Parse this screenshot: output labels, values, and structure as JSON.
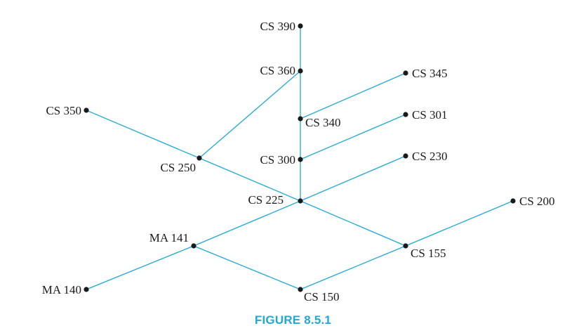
{
  "diagram": {
    "nodes": [
      {
        "id": "cs390",
        "label": "CS 390"
      },
      {
        "id": "cs360",
        "label": "CS 360"
      },
      {
        "id": "cs345",
        "label": "CS 345"
      },
      {
        "id": "cs350",
        "label": "CS 350"
      },
      {
        "id": "cs340",
        "label": "CS 340"
      },
      {
        "id": "cs301",
        "label": "CS 301"
      },
      {
        "id": "cs300",
        "label": "CS 300"
      },
      {
        "id": "cs250",
        "label": "CS 250"
      },
      {
        "id": "cs230",
        "label": "CS 230"
      },
      {
        "id": "cs225",
        "label": "CS 225"
      },
      {
        "id": "cs200",
        "label": "CS 200"
      },
      {
        "id": "ma141",
        "label": "MA 141"
      },
      {
        "id": "cs155",
        "label": "CS 155"
      },
      {
        "id": "ma140",
        "label": "MA 140"
      },
      {
        "id": "cs150",
        "label": "CS 150"
      }
    ],
    "edges": [
      [
        "cs390",
        "cs360"
      ],
      [
        "cs360",
        "cs340"
      ],
      [
        "cs340",
        "cs300"
      ],
      [
        "cs300",
        "cs225"
      ],
      [
        "cs360",
        "cs250"
      ],
      [
        "cs340",
        "cs345"
      ],
      [
        "cs300",
        "cs301"
      ],
      [
        "cs350",
        "cs250"
      ],
      [
        "cs250",
        "cs225"
      ],
      [
        "cs225",
        "cs155"
      ],
      [
        "cs225",
        "cs230"
      ],
      [
        "cs225",
        "ma141"
      ],
      [
        "ma141",
        "ma140"
      ],
      [
        "ma141",
        "cs150"
      ],
      [
        "cs150",
        "cs155"
      ],
      [
        "cs155",
        "cs200"
      ]
    ],
    "colors": {
      "edge": "#1fa9d8",
      "node": "#1a1a1a",
      "caption": "#1fa9d8"
    }
  },
  "caption": "FIGURE 8.5.1"
}
